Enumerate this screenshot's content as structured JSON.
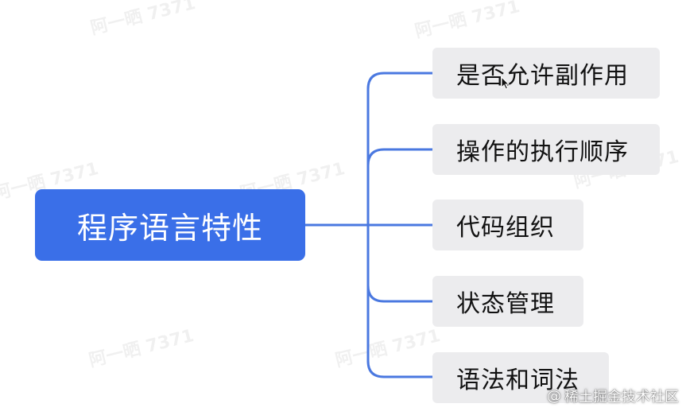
{
  "diagram": {
    "root": {
      "label": "程序语言特性"
    },
    "children": [
      {
        "label": "是否允许副作用"
      },
      {
        "label": "操作的执行顺序"
      },
      {
        "label": "代码组织"
      },
      {
        "label": "状态管理"
      },
      {
        "label": "语法和词法"
      }
    ]
  },
  "watermark_text": "阿一晒 7371",
  "credit": {
    "icon": "@",
    "text": "稀土掘金技术社区"
  },
  "colors": {
    "root_fill": "#3a6fe8",
    "connector": "#4a78e0",
    "child_fill": "#ececee"
  }
}
